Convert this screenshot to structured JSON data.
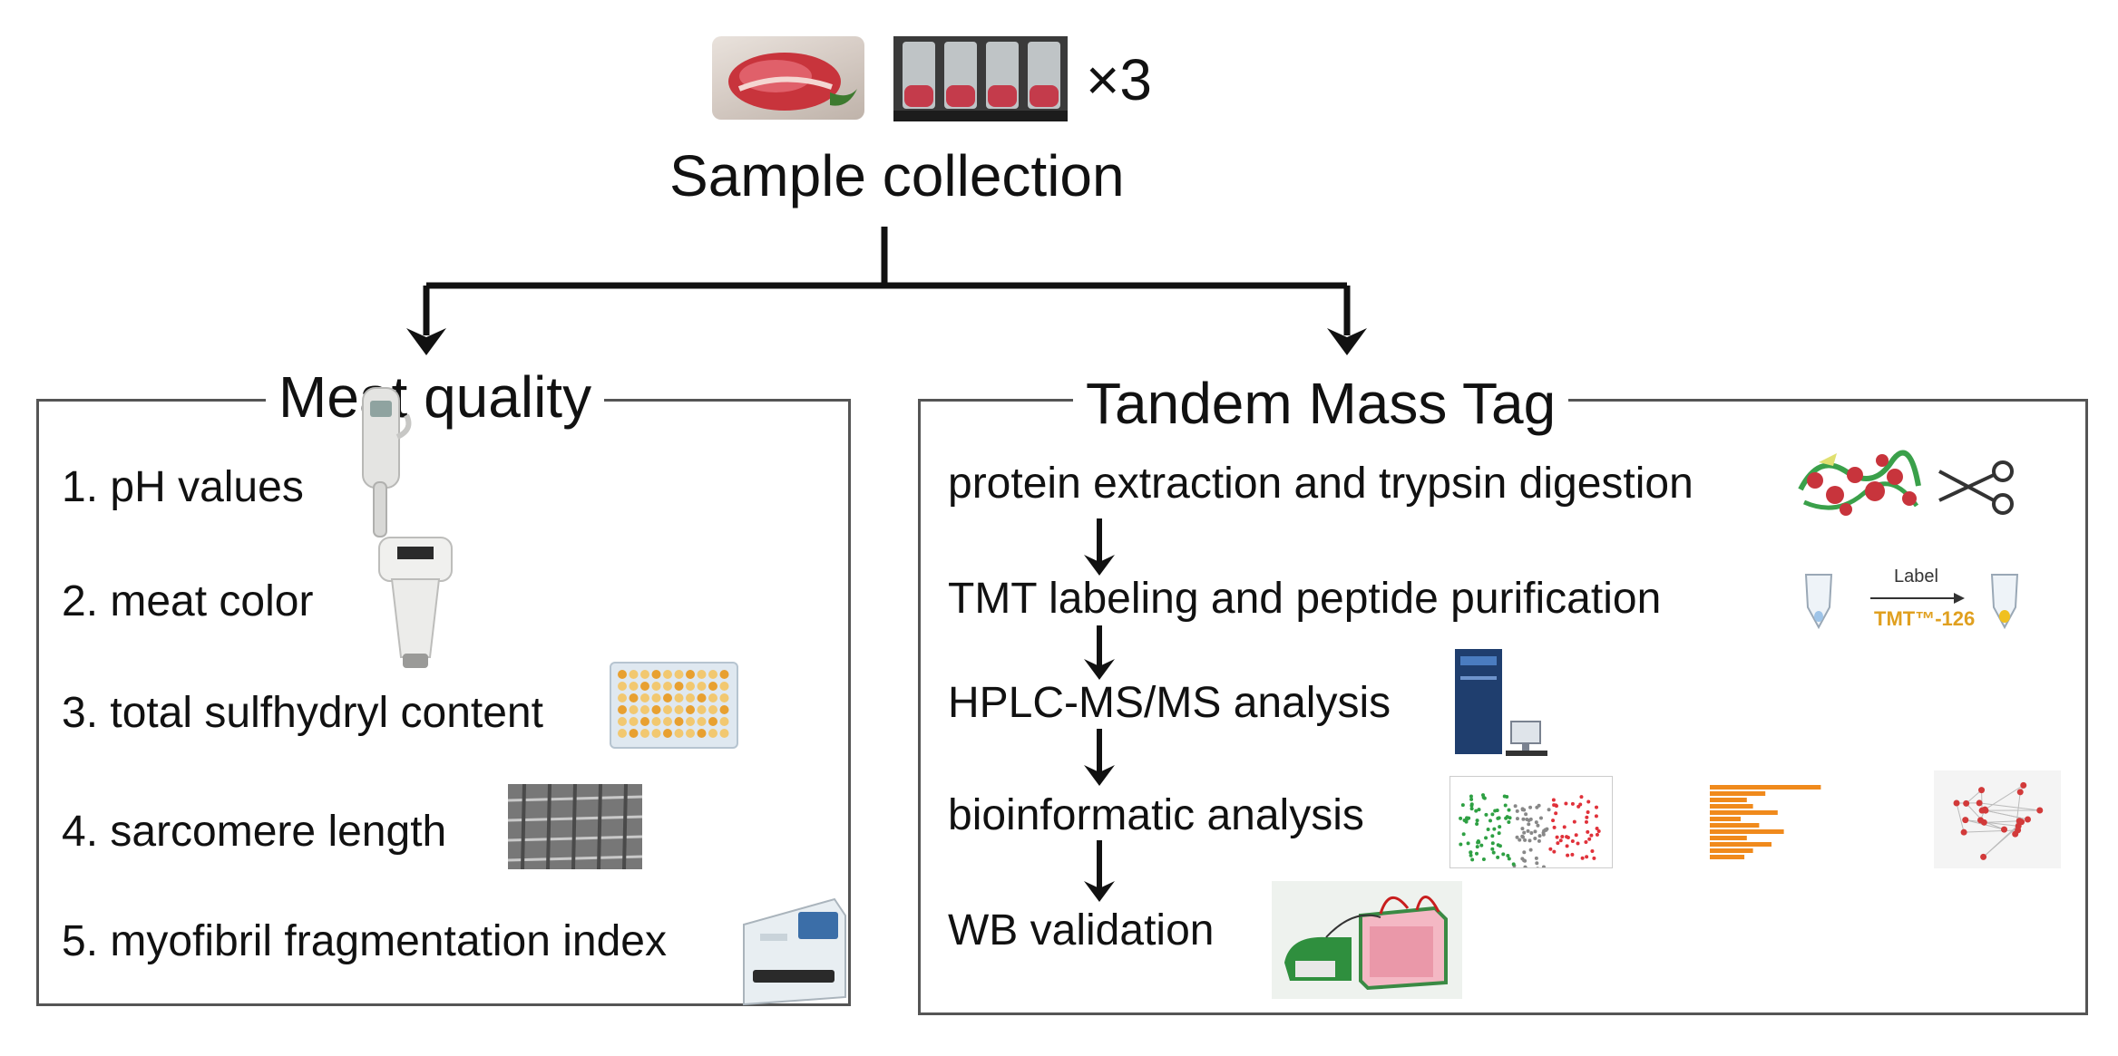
{
  "header": {
    "multiplier": "×3",
    "title": "Sample collection"
  },
  "left_panel": {
    "title": "Meat quality",
    "items": [
      "1. pH values",
      "2. meat color",
      "3. total sulfhydryl content",
      "4. sarcomere length",
      "5. myofibril fragmentation index"
    ]
  },
  "right_panel": {
    "title": "Tandem Mass Tag",
    "steps": [
      "protein extraction and trypsin digestion",
      "TMT labeling and peptide purification",
      "HPLC-MS/MS analysis",
      "bioinformatic analysis",
      "WB validation"
    ],
    "label_arrow_top": "Label",
    "label_arrow_bottom": "TMT™-126"
  },
  "colors": {
    "frame": "#555555",
    "meat_red": "#c8343c",
    "volcano_red": "#e0313a",
    "volcano_green": "#2ea043",
    "bar_orange": "#f08a1c",
    "gel_green": "#2f8f3e"
  }
}
